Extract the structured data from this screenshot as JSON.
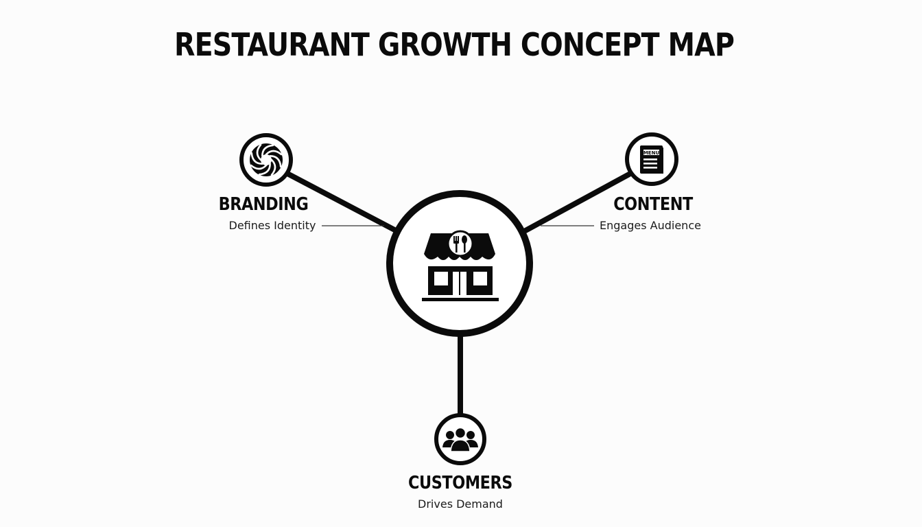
{
  "title": "RESTAURANT GROWTH CONCEPT MAP",
  "center": {
    "icon": "restaurant-storefront-icon"
  },
  "nodes": {
    "branding": {
      "title": "BRANDING",
      "subtitle": "Defines Identity",
      "icon": "aperture-icon"
    },
    "content": {
      "title": "CONTENT",
      "subtitle": "Engages Audience",
      "icon": "menu-icon",
      "icon_text": "MENU"
    },
    "customers": {
      "title": "CUSTOMERS",
      "subtitle": "Drives Demand",
      "icon": "people-group-icon"
    }
  },
  "colors": {
    "ink": "#0b0b0b",
    "background": "#fcfcfc"
  }
}
